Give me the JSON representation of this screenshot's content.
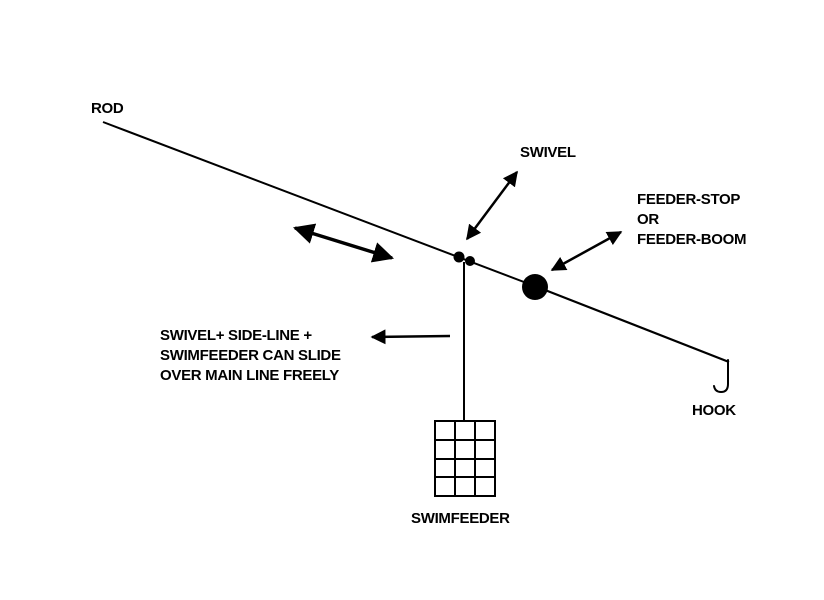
{
  "labels": {
    "rod": "ROD",
    "swivel": "SWIVEL",
    "feeder_stop": [
      "FEEDER-STOP",
      "OR",
      "FEEDER-BOOM"
    ],
    "slide_note": [
      "SWIVEL+ SIDE-LINE +",
      "SWIMFEEDER CAN SLIDE",
      "OVER MAIN LINE FREELY"
    ],
    "hook": "HOOK",
    "swimfeeder": "SWIMFEEDER"
  },
  "colors": {
    "ink": "#000000",
    "background": "#ffffff"
  }
}
